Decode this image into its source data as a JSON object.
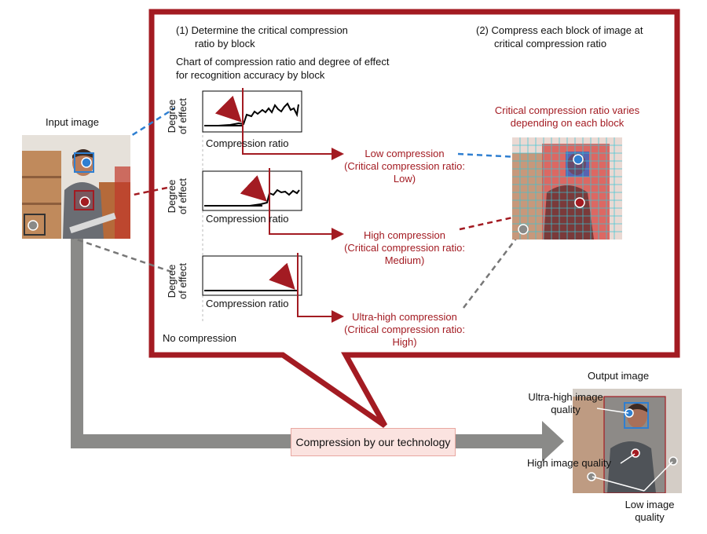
{
  "colors": {
    "frame": "#a31b22",
    "accent_red": "#a31b22",
    "blue": "#2f7fd1",
    "gray_arrow": "#8a8a88",
    "grid": "#37c6d6"
  },
  "input_image_label": "Input image",
  "output_image_label": "Output image",
  "step1": {
    "line1": "(1) Determine the critical compression",
    "line2": "ratio by block"
  },
  "step2": {
    "line1": "(2) Compress each block of image at",
    "line2": "critical compression ratio"
  },
  "chart_caption": {
    "line1": "Chart of compression ratio and degree of effect",
    "line2": "for recognition accuracy by block"
  },
  "charts": [
    {
      "ylabel_1": "Degree",
      "ylabel_2": "of effect",
      "xlabel": "Compression ratio"
    },
    {
      "ylabel_1": "Degree",
      "ylabel_2": "of effect",
      "xlabel": "Compression ratio"
    },
    {
      "ylabel_1": "Degree",
      "ylabel_2": "of effect",
      "xlabel": "Compression ratio"
    }
  ],
  "no_compression": "No compression",
  "results": [
    {
      "line1": "Low compression",
      "line2": "(Critical compression ratio:",
      "line3": "Low)"
    },
    {
      "line1": "High compression",
      "line2": "(Critical compression ratio:",
      "line3": "Medium)"
    },
    {
      "line1": "Ultra-high compression",
      "line2": "(Critical compression ratio:",
      "line3": "High)"
    }
  ],
  "varies_note": {
    "line1": "Critical compression ratio varies",
    "line2": "depending on each block"
  },
  "technology_label": "Compression by our technology",
  "quality_labels": {
    "ultra_1": "Ultra-high image",
    "ultra_2": "quality",
    "high": "High image quality",
    "low_1": "Low image",
    "low_2": "quality"
  }
}
